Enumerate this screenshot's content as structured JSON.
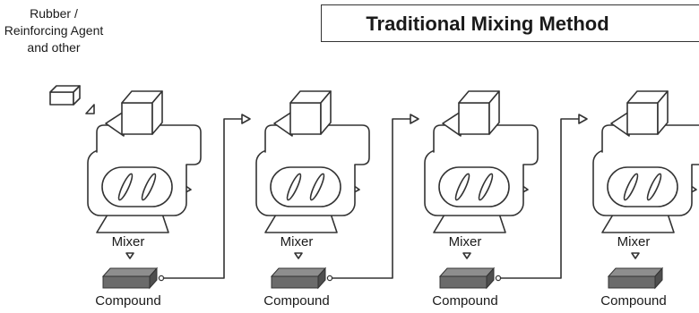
{
  "title": "Traditional Mixing Method",
  "input": {
    "label_lines": [
      "Rubber /",
      "Reinforcing Agent",
      "and other"
    ],
    "icon": "box-icon"
  },
  "stages": [
    {
      "machine_label": "Mixer",
      "output_label": "Compound"
    },
    {
      "machine_label": "Mixer",
      "output_label": "Compound"
    },
    {
      "machine_label": "Mixer",
      "output_label": "Compound"
    },
    {
      "machine_label": "Mixer",
      "output_label": "Compound"
    }
  ],
  "colors": {
    "line": "#333333",
    "compound_top": "#8e8e8e",
    "compound_front": "#6b6b6b",
    "compound_side": "#4e4e4e"
  }
}
